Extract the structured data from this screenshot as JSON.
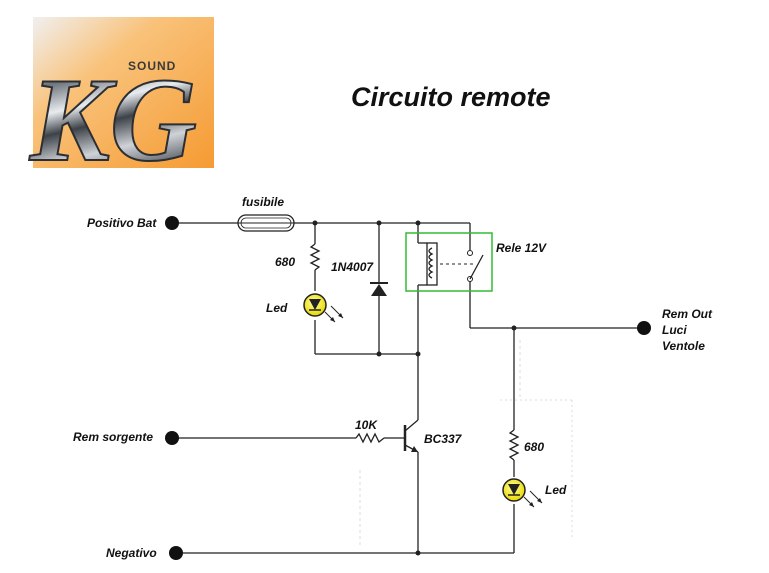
{
  "colors": {
    "wire": "#222222",
    "led_fill": "#f2ec00",
    "relay_box": "#33bb33",
    "logo_orange": "#f7a341",
    "logo_chrome": "#9aa0a8"
  },
  "logo": {
    "letters": "KG",
    "sound": "SOUND"
  },
  "title": "Circuito remote",
  "labels": {
    "positivo_bat": "Positivo Bat",
    "fusibile": "fusibile",
    "r1": "680",
    "diode": "1N4007",
    "led1": "Led",
    "relay": "Rele 12V",
    "rem_out_1": "Rem Out",
    "rem_out_2": "Luci",
    "rem_out_3": "Ventole",
    "rem_sorgente": "Rem sorgente",
    "r_base": "10K",
    "transistor": "BC337",
    "r2": "680",
    "led2": "Led",
    "negativo": "Negativo"
  }
}
